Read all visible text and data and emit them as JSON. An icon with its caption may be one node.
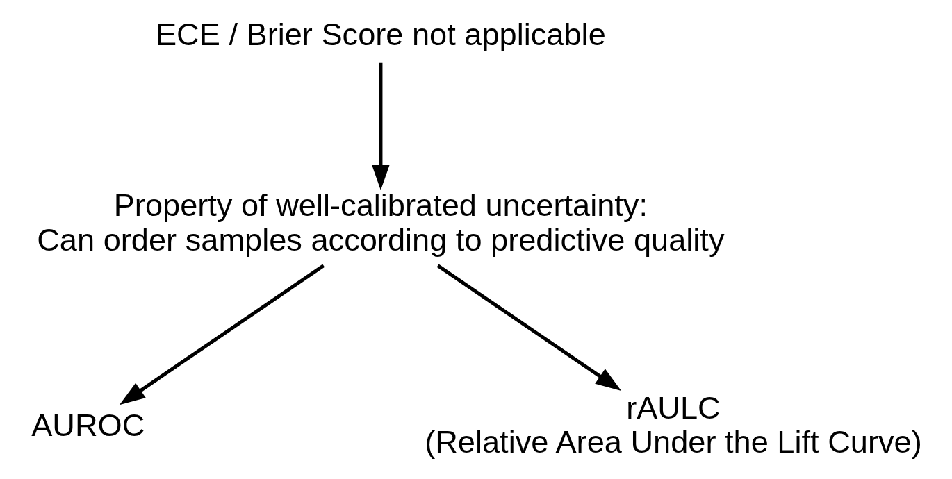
{
  "diagram": {
    "nodes": [
      {
        "text": [
          "ECE / Brier Score not applicable"
        ]
      },
      {
        "text": [
          "Property of well-calibrated uncertainty:",
          "Can order samples according to predictive quality"
        ]
      },
      {
        "text": [
          "AUROC"
        ]
      },
      {
        "text": [
          "rAULC",
          "(Relative Area Under the Lift Curve)"
        ]
      }
    ],
    "edges": [
      {
        "from": 0,
        "to": 1,
        "arrow": "to"
      },
      {
        "from": 1,
        "to": 2,
        "arrow": "to"
      },
      {
        "from": 1,
        "to": 3,
        "arrow": "to"
      }
    ]
  }
}
